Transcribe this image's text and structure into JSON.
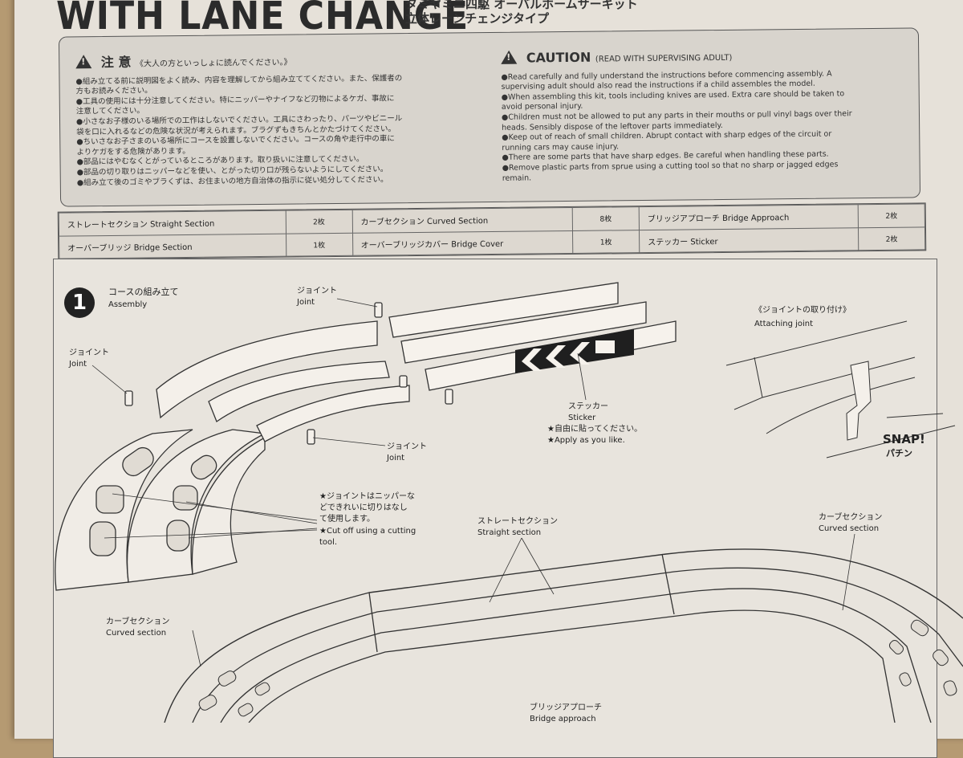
{
  "header": {
    "title": "WITH LANE CHANGE",
    "jp_title_line1": "タミヤミニ四駆 オーバルホームサーキット",
    "jp_title_line2": "立体レーンチェンジタイプ"
  },
  "caution_jp": {
    "heading": "注 意",
    "subheading": "《大人の方といっしょに読んでください。》",
    "lines": [
      "●組み立てる前に説明図をよく読み、内容を理解してから組み立ててください。また、保護者の",
      "方もお読みください。",
      "●工具の使用には十分注意してください。特にニッパーやナイフなど刃物によるケガ、事故に",
      "注意してください。",
      "●小さなお子様のいる場所での工作はしないでください。工具にさわったり、パーツやビニール",
      "袋を口に入れるなどの危険な状況が考えられます。ブラグずもきちんとかたづけてください。",
      "●ちいさなお子さまのいる場所にコースを設置しないでください。コースの角や走行中の車に",
      "よりケガをする危険があります。",
      "●部品にはやむなくとがっているところがあります。取り扱いに注意してください。",
      "●部品の切り取りはニッパーなどを使い、とがった切り口が残らないようにしてください。",
      "●組み立て後のゴミやブラくずは、お住まいの地方自治体の指示に従い処分してください。"
    ]
  },
  "caution_en": {
    "heading": "CAUTION",
    "subheading": "(READ WITH SUPERVISING ADULT)",
    "lines": [
      "●Read carefully and fully understand the instructions before commencing assembly. A",
      "supervising adult should also read the instructions if a child assembles the model.",
      "●When assembling this kit, tools including knives are used. Extra care should be taken to",
      "avoid personal injury.",
      "●Children must not be allowed to put any parts in their mouths or pull vinyl bags over their",
      "heads. Sensibly dispose of the leftover parts immediately.",
      "●Keep out of reach of small children. Abrupt contact with sharp edges of the circuit or",
      "running cars may cause injury.",
      "●There are some parts that have sharp edges. Be careful when handling these parts.",
      "●Remove plastic parts from sprue using a cutting tool so that no sharp or jagged edges",
      "remain."
    ]
  },
  "parts_table": {
    "rows": [
      [
        {
          "name": "ストレートセクション  Straight Section",
          "qty": "2枚"
        },
        {
          "name": "カーブセクション  Curved Section",
          "qty": "8枚"
        },
        {
          "name": "ブリッジアプローチ  Bridge Approach",
          "qty": "2枚"
        }
      ],
      [
        {
          "name": "オーバーブリッジ  Bridge Section",
          "qty": "1枚"
        },
        {
          "name": "オーバーブリッジカバー  Bridge Cover",
          "qty": "1枚"
        },
        {
          "name": "ステッカー  Sticker",
          "qty": "2枚"
        }
      ]
    ]
  },
  "step1": {
    "number": "1",
    "title_jp": "コースの組み立て",
    "title_en": "Assembly",
    "joint_jp": "ジョイント",
    "joint_en": "Joint",
    "sticker_jp": "ステッカー",
    "sticker_en": "Sticker",
    "sticker_note_jp": "★自由に貼ってください。",
    "sticker_note_en": "★Apply as you like.",
    "cut_note_jp_1": "★ジョイントはニッパーな",
    "cut_note_jp_2": "どできれいに切りはなし",
    "cut_note_jp_3": "て使用します。",
    "cut_note_en_1": "★Cut off using a cutting",
    "cut_note_en_2": "tool.",
    "attach_jp": "《ジョイントの取り付け》",
    "attach_en": "Attaching joint",
    "snap_en": "SNAP!",
    "snap_jp": "パチン",
    "straight_jp": "ストレートセクション",
    "straight_en": "Straight section",
    "curved_jp": "カーブセクション",
    "curved_en": "Curved section",
    "approach_jp": "ブリッジアプローチ",
    "approach_en": "Bridge approach"
  }
}
